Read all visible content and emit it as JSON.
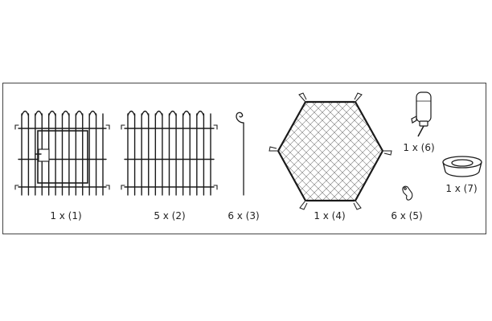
{
  "colors": {
    "stroke": "#1a1a1a",
    "frame": "#444444",
    "net": "#777777",
    "label": "#222222"
  },
  "parts": [
    {
      "id": "gate-panel",
      "quantity_label": "1 x (1)"
    },
    {
      "id": "fence-panel",
      "quantity_label": "5 x (2)"
    },
    {
      "id": "ground-stake",
      "quantity_label": "6 x (3)"
    },
    {
      "id": "hexagon-net-cover",
      "quantity_label": "1 x (4)"
    },
    {
      "id": "clip",
      "quantity_label": "6 x (5)"
    },
    {
      "id": "water-bottle",
      "quantity_label": "1 x (6)"
    },
    {
      "id": "food-bowl",
      "quantity_label": "1 x (7)"
    }
  ]
}
